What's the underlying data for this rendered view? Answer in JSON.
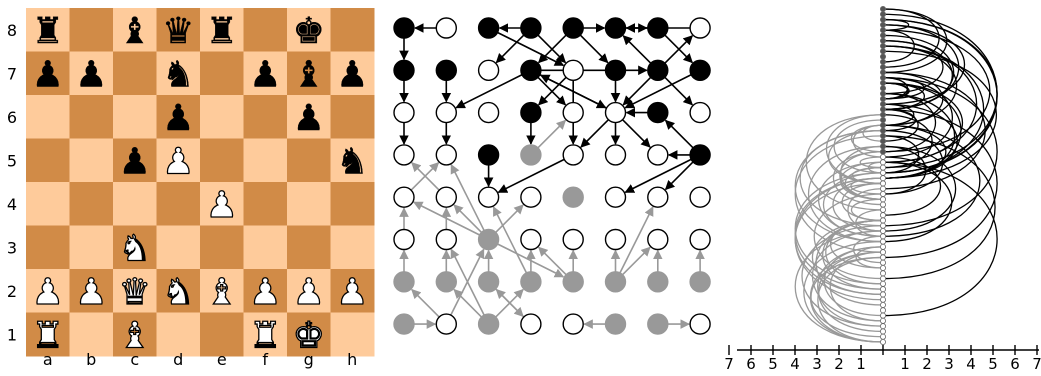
{
  "board": {
    "rank_labels": [
      "8",
      "7",
      "6",
      "5",
      "4",
      "3",
      "2",
      "1"
    ],
    "file_labels": [
      "a",
      "b",
      "c",
      "d",
      "e",
      "f",
      "g",
      "h"
    ],
    "colors": {
      "light": "#fecb9b",
      "dark": "#d18b47"
    },
    "rows": [
      [
        "r",
        "",
        "b",
        "q",
        "r",
        "",
        "k",
        ""
      ],
      [
        "p",
        "p",
        "",
        "n",
        "",
        "p",
        "b",
        "p"
      ],
      [
        "",
        "",
        "",
        "p",
        "",
        "",
        "p",
        ""
      ],
      [
        "",
        "",
        "p",
        "P",
        "",
        "",
        "",
        "n"
      ],
      [
        "",
        "",
        "",
        "",
        "P",
        "",
        "",
        ""
      ],
      [
        "",
        "",
        "N",
        "",
        "",
        "",
        "",
        ""
      ],
      [
        "P",
        "P",
        "Q",
        "N",
        "B",
        "P",
        "P",
        "P"
      ],
      [
        "R",
        "",
        "B",
        "",
        "",
        "R",
        "K",
        ""
      ]
    ],
    "piece_glyphs": {
      "K": "♚",
      "Q": "♛",
      "R": "♜",
      "B": "♝",
      "N": "♞",
      "P": "♟",
      "k": "♚",
      "q": "♛",
      "r": "♜",
      "b": "♝",
      "n": "♞",
      "p": "♟"
    }
  },
  "graph": {
    "colors": {
      "black": "#000000",
      "white": "#ffffff",
      "gray": "#999999"
    },
    "node_states": [
      [
        "B",
        "W",
        "B",
        "B",
        "B",
        "B",
        "B",
        "W"
      ],
      [
        "B",
        "B",
        "W",
        "B",
        "W",
        "B",
        "B",
        "B"
      ],
      [
        "W",
        "W",
        "W",
        "B",
        "W",
        "W",
        "B",
        "W"
      ],
      [
        "W",
        "W",
        "B",
        "G",
        "W",
        "W",
        "W",
        "B"
      ],
      [
        "W",
        "W",
        "W",
        "W",
        "G",
        "W",
        "W",
        "W"
      ],
      [
        "W",
        "W",
        "G",
        "W",
        "W",
        "W",
        "W",
        "W"
      ],
      [
        "G",
        "G",
        "G",
        "G",
        "G",
        "G",
        "G",
        "G"
      ],
      [
        "G",
        "W",
        "G",
        "W",
        "W",
        "G",
        "G",
        "W"
      ]
    ],
    "black_edges": [
      [
        0,
        0,
        1,
        0
      ],
      [
        0,
        1,
        0,
        0
      ],
      [
        0,
        3,
        0,
        2
      ],
      [
        0,
        3,
        1,
        2
      ],
      [
        0,
        3,
        1,
        4
      ],
      [
        0,
        4,
        1,
        3
      ],
      [
        0,
        4,
        1,
        5
      ],
      [
        0,
        4,
        0,
        5
      ],
      [
        0,
        6,
        0,
        5
      ],
      [
        0,
        6,
        1,
        7
      ],
      [
        0,
        5,
        0,
        6
      ],
      [
        0,
        7,
        0,
        5
      ],
      [
        0,
        2,
        1,
        4
      ],
      [
        1,
        0,
        2,
        0
      ],
      [
        1,
        1,
        2,
        1
      ],
      [
        1,
        3,
        2,
        1
      ],
      [
        1,
        3,
        1,
        6
      ],
      [
        1,
        3,
        2,
        4
      ],
      [
        1,
        3,
        2,
        5
      ],
      [
        1,
        4,
        2,
        3
      ],
      [
        1,
        4,
        3,
        4
      ],
      [
        1,
        5,
        2,
        5
      ],
      [
        1,
        6,
        2,
        5
      ],
      [
        1,
        6,
        2,
        7
      ],
      [
        1,
        7,
        2,
        5
      ],
      [
        1,
        6,
        0,
        5
      ],
      [
        1,
        6,
        0,
        7
      ],
      [
        2,
        0,
        3,
        0
      ],
      [
        2,
        1,
        3,
        1
      ],
      [
        2,
        3,
        3,
        3
      ],
      [
        2,
        5,
        3,
        4
      ],
      [
        2,
        5,
        3,
        5
      ],
      [
        2,
        5,
        3,
        6
      ],
      [
        2,
        6,
        2,
        5
      ],
      [
        2,
        5,
        1,
        3
      ],
      [
        3,
        7,
        2,
        6
      ],
      [
        3,
        7,
        3,
        6
      ],
      [
        3,
        7,
        4,
        6
      ],
      [
        3,
        7,
        4,
        5
      ],
      [
        3,
        4,
        4,
        2
      ],
      [
        3,
        2,
        4,
        2
      ]
    ],
    "gray_edges": [
      [
        6,
        0,
        5,
        0
      ],
      [
        5,
        0,
        4,
        0
      ],
      [
        6,
        1,
        5,
        1
      ],
      [
        5,
        1,
        4,
        1
      ],
      [
        6,
        2,
        5,
        2
      ],
      [
        6,
        3,
        5,
        3
      ],
      [
        6,
        4,
        5,
        4
      ],
      [
        6,
        5,
        5,
        5
      ],
      [
        6,
        6,
        5,
        6
      ],
      [
        6,
        7,
        5,
        7
      ],
      [
        5,
        2,
        4,
        1
      ],
      [
        5,
        2,
        4,
        0
      ],
      [
        5,
        2,
        3,
        1
      ],
      [
        5,
        2,
        4,
        3
      ],
      [
        5,
        2,
        6,
        4
      ],
      [
        7,
        0,
        7,
        1
      ],
      [
        7,
        2,
        6,
        1
      ],
      [
        7,
        2,
        6,
        3
      ],
      [
        7,
        3,
        6,
        2
      ],
      [
        7,
        5,
        7,
        4
      ],
      [
        7,
        6,
        7,
        7
      ],
      [
        7,
        2,
        5,
        1
      ],
      [
        6,
        4,
        5,
        3
      ],
      [
        6,
        5,
        5,
        6
      ],
      [
        6,
        5,
        4,
        6
      ],
      [
        6,
        3,
        4,
        2
      ],
      [
        7,
        1,
        6,
        0
      ],
      [
        7,
        1,
        5,
        2
      ],
      [
        6,
        2,
        7,
        3
      ],
      [
        4,
        1,
        3,
        0
      ],
      [
        4,
        0,
        3,
        1
      ],
      [
        3,
        3,
        2,
        4
      ]
    ]
  },
  "arc": {
    "tick_labels_left": [
      "7",
      "6",
      "5",
      "4",
      "3",
      "2",
      "1"
    ],
    "tick_labels_right": [
      "1",
      "2",
      "3",
      "4",
      "5",
      "6",
      "7"
    ],
    "colors": {
      "black": "#000000",
      "gray": "#999999"
    },
    "node_count": 64
  }
}
